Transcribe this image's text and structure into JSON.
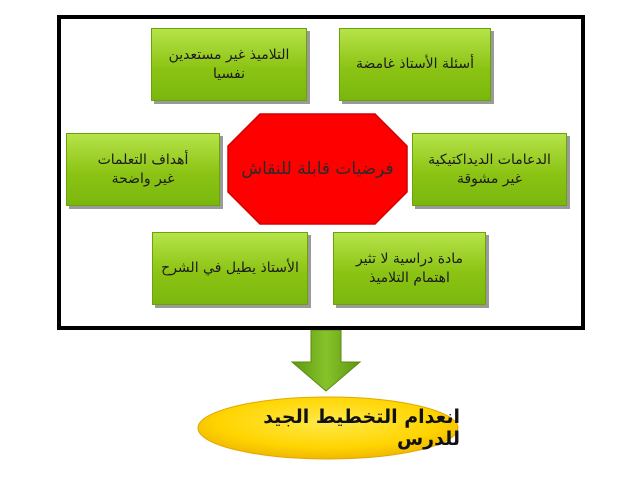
{
  "center": {
    "label": "فرضيات قابلة للنقاش",
    "color": "#ff0000"
  },
  "boxes": {
    "top_left": "التلاميذ غير مستعدين\nنفسيا",
    "top_right": "أسئلة الأستاذ غامضة",
    "middle_left": "أهداف التعلمات\nغير واضحة",
    "middle_right": "الدعامات الديداكتيكية\nغير مشوقة",
    "bottom_left": "الأستاذ يطيل في الشرح",
    "bottom_right": "مادة دراسية لا تثير\nاهتمام التلاميذ"
  },
  "result": {
    "label": "انعدام التخطيط الجيد للدرس",
    "color": "#ffd700"
  },
  "colors": {
    "box_fill": "#8cc414",
    "arrow_fill": "#7ab317",
    "frame": "#000000"
  }
}
